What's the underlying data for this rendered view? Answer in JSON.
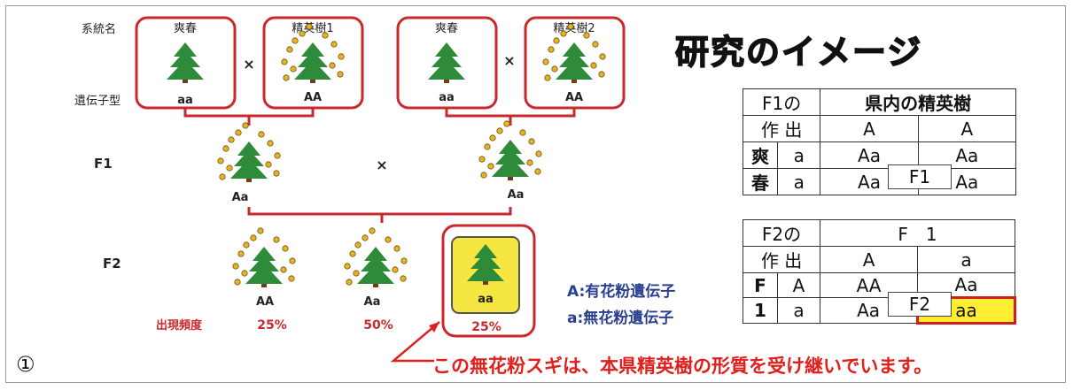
{
  "title": "研究のイメージ",
  "diagram": {
    "row_labels": {
      "strain_name": "系統名",
      "genotype": "遺伝子型",
      "f1": "F1",
      "f2": "F2",
      "frequency": "出現頻度"
    },
    "parents": [
      {
        "name": "爽春",
        "genotype": "aa"
      },
      {
        "name": "精英樹1",
        "genotype": "AA"
      },
      {
        "name": "爽春",
        "genotype": "aa"
      },
      {
        "name": "精英樹2",
        "genotype": "AA"
      }
    ],
    "cross_symbol": "×",
    "f1_offspring": [
      {
        "genotype": "Aa"
      },
      {
        "genotype": "Aa"
      }
    ],
    "f2_offspring": [
      {
        "genotype": "AA",
        "frequency": "25%"
      },
      {
        "genotype": "Aa",
        "frequency": "50%"
      },
      {
        "genotype": "aa",
        "frequency": "25%"
      }
    ],
    "colors": {
      "tree": "#2e8b3a",
      "pollen": "#e6b422",
      "box_border": "#c9282d",
      "highlight": "#f5e642",
      "frequency_text": "#c9282d"
    }
  },
  "legend": {
    "A": "A:有花粉遺伝子",
    "a": "a:無花粉遺伝子"
  },
  "table_f1": {
    "corner": [
      "F1の",
      "作 出"
    ],
    "top_header": "県内の精英樹",
    "col_alleles": [
      "A",
      "A"
    ],
    "row_header": [
      "爽",
      "春"
    ],
    "row_alleles": [
      "a",
      "a"
    ],
    "cells": [
      [
        "Aa",
        "Aa"
      ],
      [
        "Aa",
        "Aa"
      ]
    ],
    "center_label": "F1"
  },
  "table_f2": {
    "corner": [
      "F2の",
      "作 出"
    ],
    "top_header": "F　1",
    "col_alleles": [
      "A",
      "a"
    ],
    "row_header": [
      "F",
      "1"
    ],
    "row_alleles": [
      "A",
      "a"
    ],
    "cells": [
      [
        "AA",
        "Aa"
      ],
      [
        "Aa",
        "aa"
      ]
    ],
    "center_label": "F2",
    "highlight_cell": "aa"
  },
  "caption": "この無花粉スギは、本県精英樹の形質を受け継いでいます。",
  "figure_number": "①"
}
